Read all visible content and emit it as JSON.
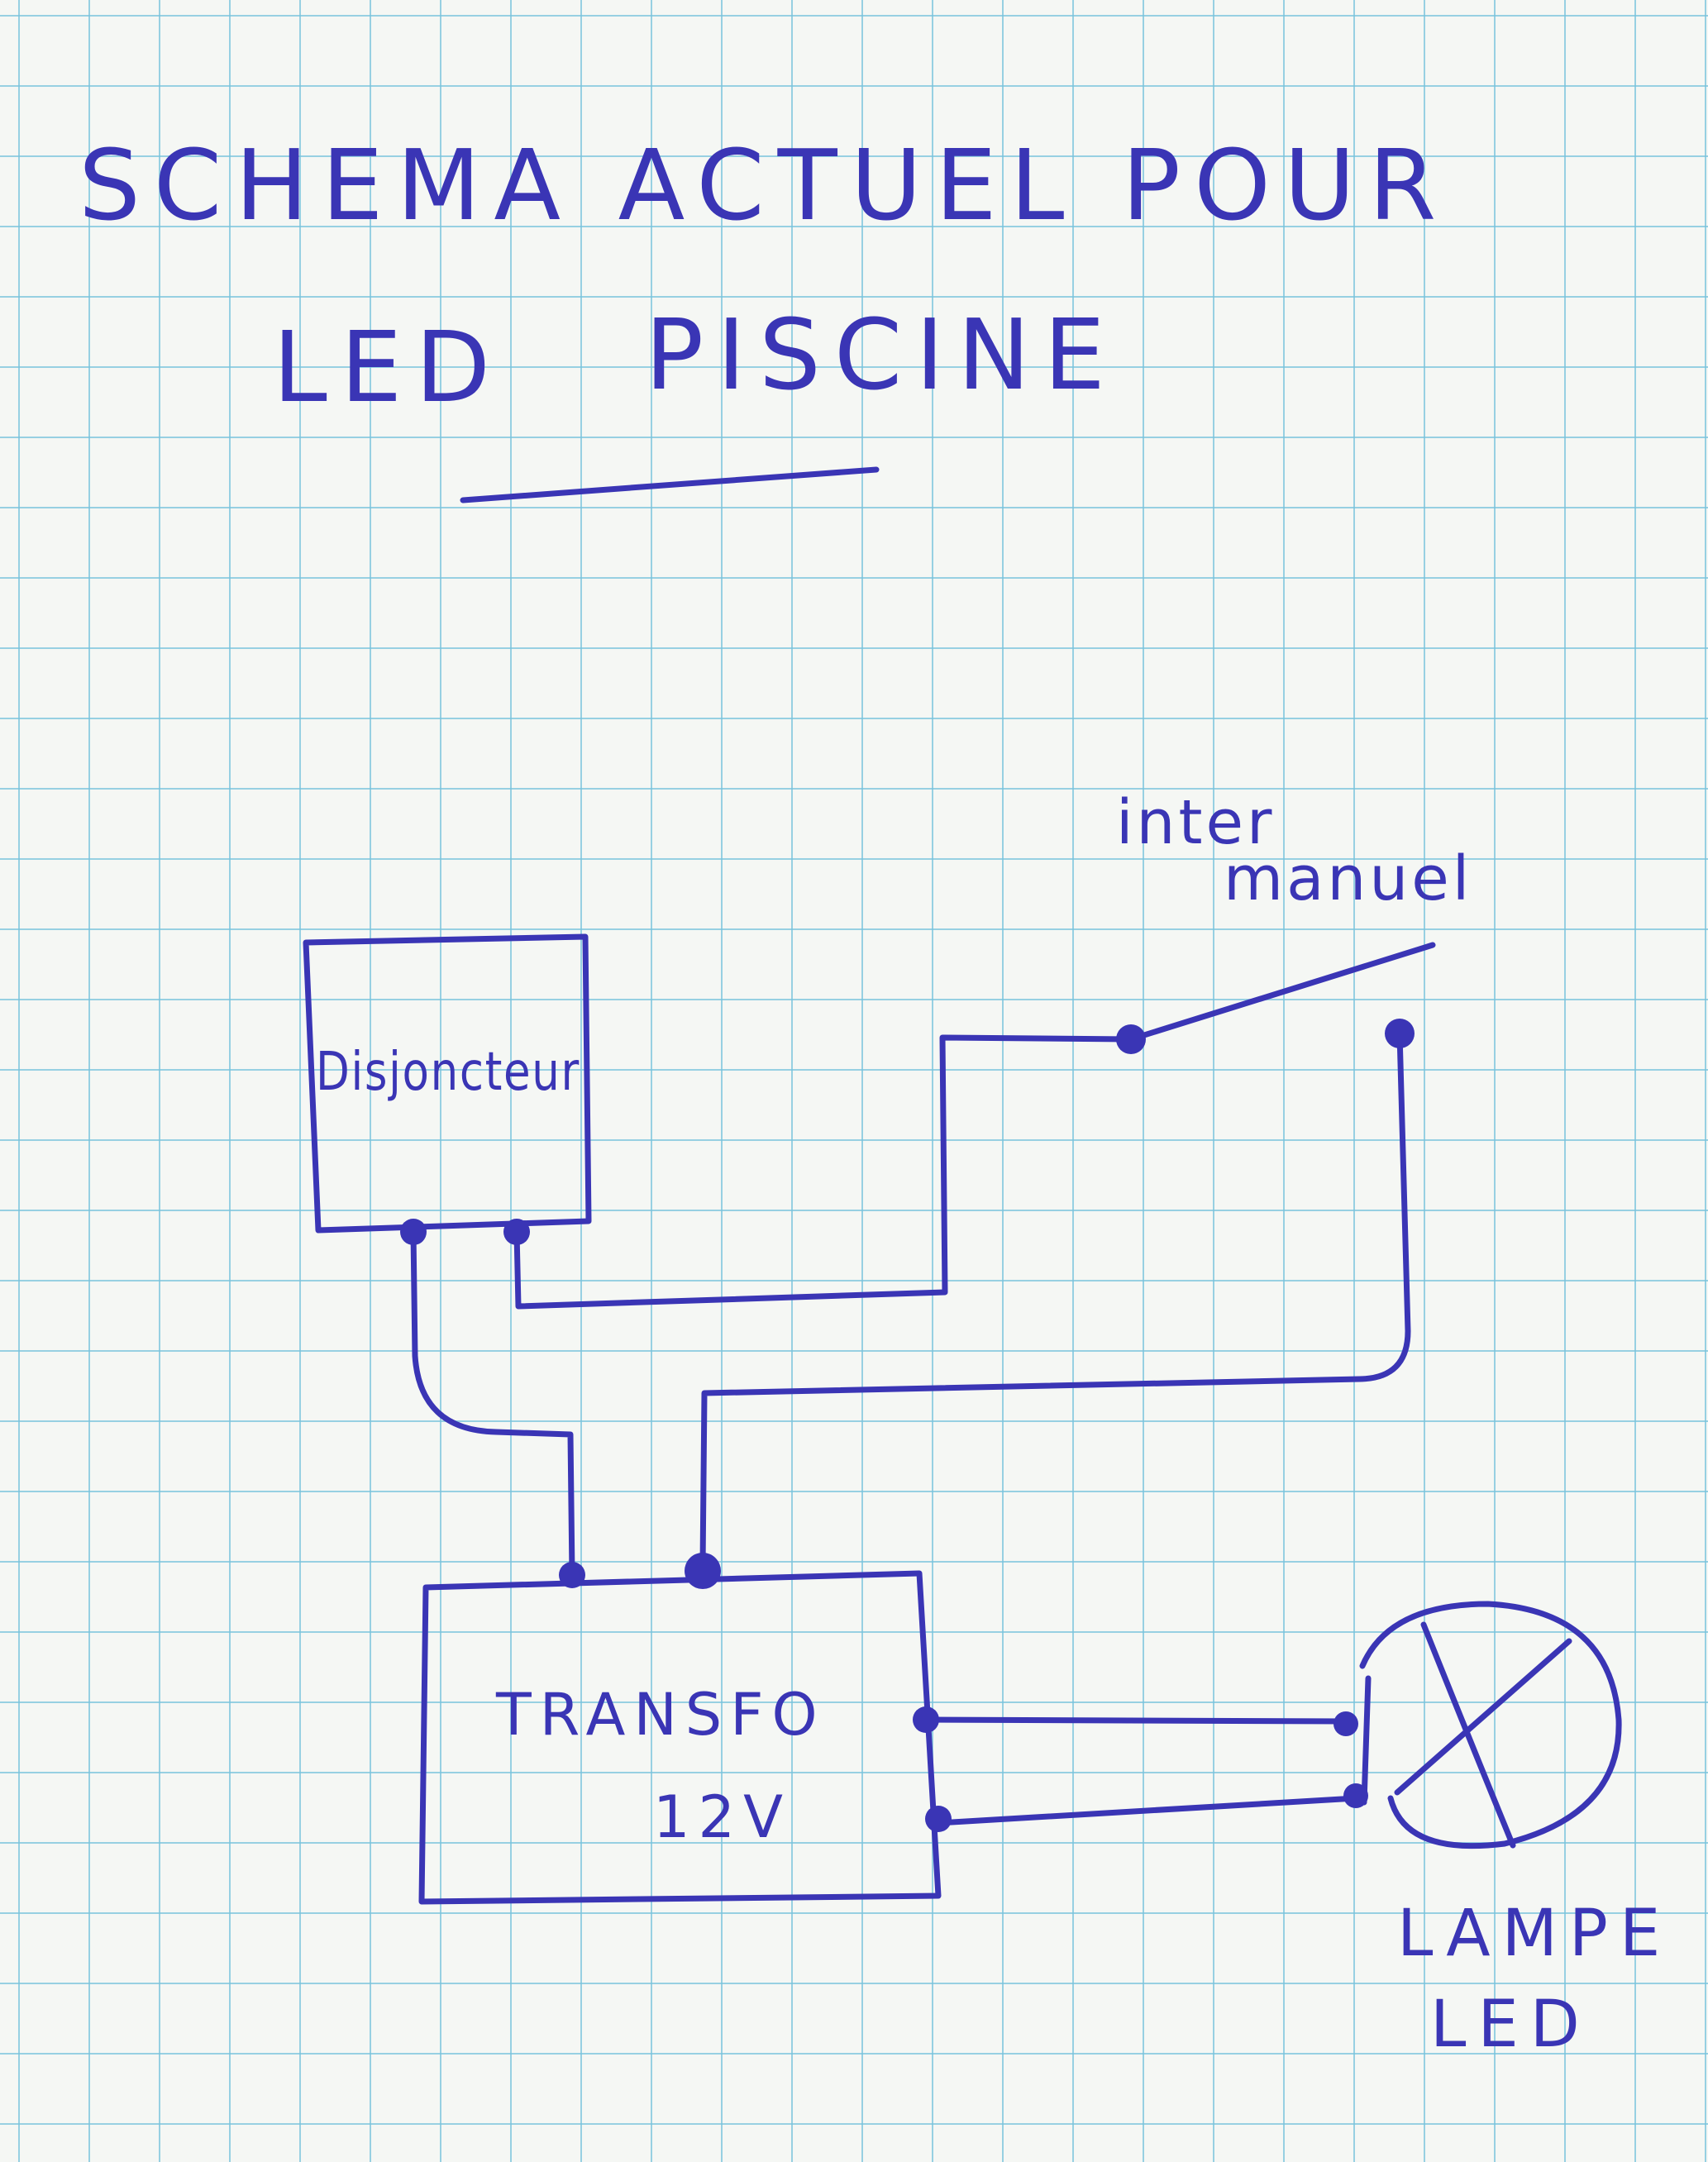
{
  "title": {
    "line1": "SCHEMA ACTUEL POUR",
    "line2_part1": "LED",
    "line2_part2": "PISCINE"
  },
  "components": {
    "breaker": "Disjoncteur",
    "switch_line1": "inter",
    "switch_line2": "manuel",
    "transformer_line1": "TRANSFO",
    "transformer_line2": "12V",
    "lamp_line1": "LAMPE",
    "lamp_line2": "LED"
  },
  "colors": {
    "ink": "#3a35b5",
    "grid": "#78c3dc",
    "paper": "#f5f7f4"
  }
}
